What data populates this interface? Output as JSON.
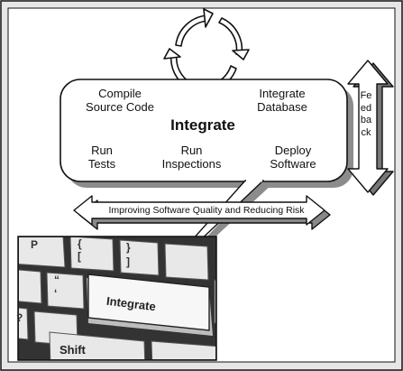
{
  "diagram": {
    "center_title": "Integrate",
    "steps": {
      "compile": "Compile\nSource Code",
      "integrate_db": "Integrate\nDatabase",
      "run_tests": "Run\nTests",
      "run_inspections": "Run\nInspections",
      "deploy": "Deploy\nSoftware"
    },
    "banner": "Improving Software Quality and Reducing Risk",
    "feedback": "Feedback"
  },
  "keyboard": {
    "integrate_key": "Integrate",
    "shift_key": "Shift",
    "p_key": "P",
    "brace_top": "{",
    "brace_bottom": "[",
    "bracket_top": "}",
    "bracket_bottom": "]",
    "quote_top": "“",
    "quote_bottom": "‘",
    "question_key": "?"
  },
  "colors": {
    "background": "#ffffff",
    "frame": "#e6e6e6",
    "ink": "#111111",
    "shadow": "#8c8c8c",
    "key_face": "#f4f4f4",
    "key_side": "#c8c8c8"
  }
}
